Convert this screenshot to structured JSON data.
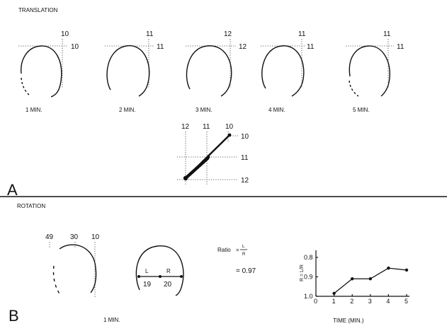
{
  "panel_a": {
    "title": "TRANSLATION",
    "letter": "A",
    "frames": [
      {
        "time": "1 MIN.",
        "top_tick": "10",
        "right_tick": "10"
      },
      {
        "time": "2 MIN.",
        "top_tick": "11",
        "right_tick": "11"
      },
      {
        "time": "3 MIN.",
        "top_tick": "12",
        "right_tick": "12"
      },
      {
        "time": "4 MIN.",
        "top_tick": "11",
        "right_tick": "11"
      },
      {
        "time": "5 MIN.",
        "top_tick": "11",
        "right_tick": "11"
      }
    ],
    "trajectory": {
      "top_ticks": [
        "12",
        "11",
        "10"
      ],
      "right_ticks": [
        "10",
        "11",
        "12"
      ]
    }
  },
  "panel_b": {
    "title": "ROTATION",
    "letter": "B",
    "time_label": "1 MIN.",
    "scale_ticks": [
      "49",
      "30",
      "10"
    ],
    "left_label": "L",
    "right_label": "R",
    "left_value": "19",
    "right_value": "20",
    "ratio_label": "Ratio",
    "ratio_equals": "=",
    "ratio_numerator": "L",
    "ratio_denominator": "R",
    "ratio_value": "= 0.97"
  },
  "chart_data": {
    "type": "line",
    "title": "",
    "xlabel": "TIME (MIN.)",
    "ylabel": "R = L/R",
    "x": [
      1,
      2,
      3,
      4,
      5
    ],
    "y": [
      0.985,
      0.91,
      0.91,
      0.855,
      0.865
    ],
    "xlim": [
      0,
      5
    ],
    "ylim": [
      1.0,
      0.8
    ],
    "y_reversed": true,
    "xticks": [
      "0",
      "1",
      "2",
      "3",
      "4",
      "5"
    ],
    "yticks": [
      "0.8",
      "0.9",
      "1.0"
    ],
    "grid": false
  }
}
